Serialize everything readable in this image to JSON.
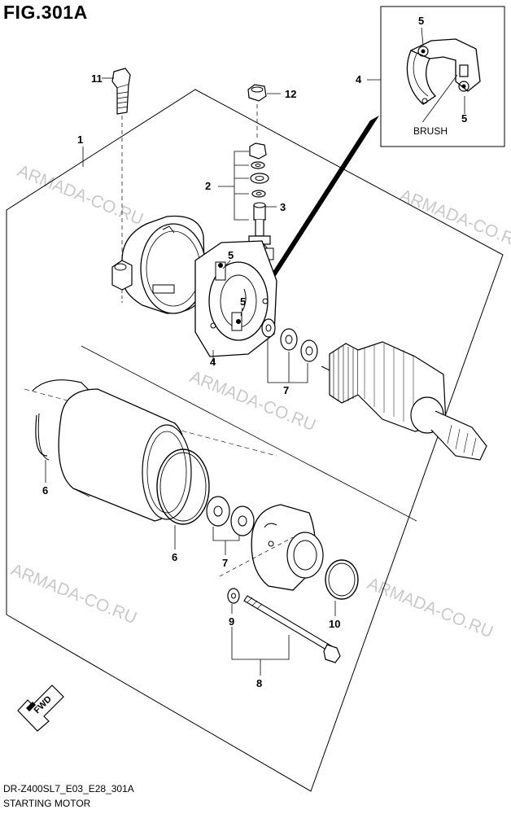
{
  "figure": {
    "title": "FIG.301A",
    "code": "DR-Z400SL7_E03_E28_301A",
    "name": "STARTING MOTOR"
  },
  "watermark": "ARMADA-CO.RU",
  "inset_label": "BRUSH",
  "fwd_label": "FWD",
  "callouts": {
    "c1": "1",
    "c2": "2",
    "c3": "3",
    "c4_inset": "4",
    "c4_main": "4",
    "c5_inset_top": "5",
    "c5_inset_bottom": "5",
    "c5_main_a": "5",
    "c5_main_b": "5",
    "c6_a": "6",
    "c6_b": "6",
    "c7_a": "7",
    "c7_b": "7",
    "c8": "8",
    "c9": "9",
    "c10": "10",
    "c11": "11",
    "c12": "12"
  }
}
